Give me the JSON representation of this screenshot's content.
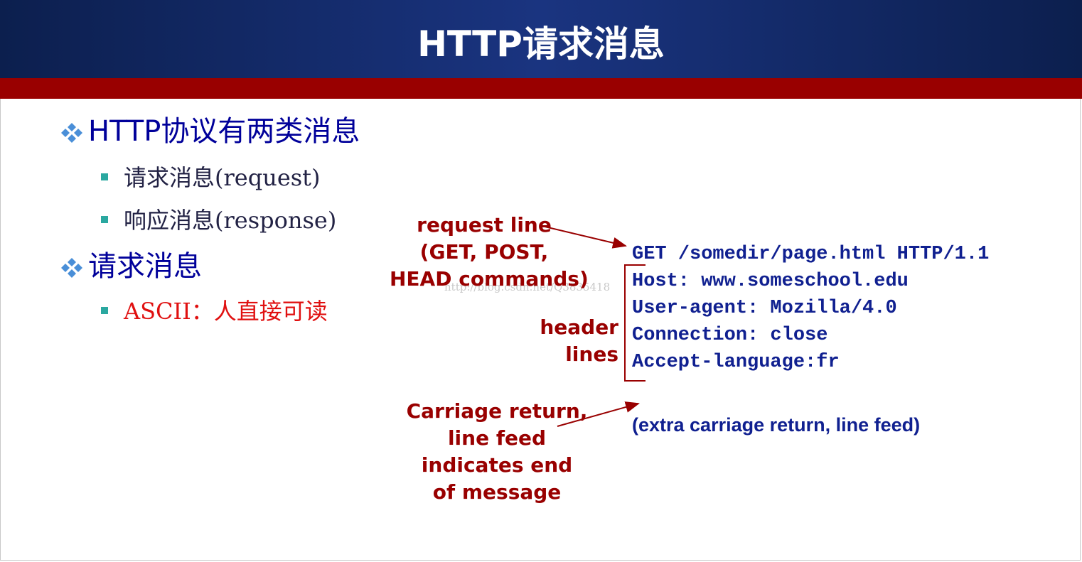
{
  "slide": {
    "title": "HTTP请求消息"
  },
  "bullets": [
    {
      "text": "HTTP协议有两类消息"
    },
    {
      "text": "请求消息"
    }
  ],
  "sub_bullets": [
    {
      "text": "请求消息(request)"
    },
    {
      "text": "响应消息(response)"
    },
    {
      "text": "ASCII：人直接可读"
    }
  ],
  "annotations": {
    "request_line": [
      "request line",
      "(GET, POST,",
      "HEAD commands)"
    ],
    "header_lines": [
      "header",
      "lines"
    ],
    "crlf": [
      "Carriage return,",
      "line feed",
      "indicates end",
      "of message"
    ]
  },
  "message": {
    "lines": [
      "GET /somedir/page.html HTTP/1.1",
      "Host: www.someschool.edu",
      "User-agent: Mozilla/4.0",
      "Connection: close",
      "Accept-language:fr"
    ],
    "extra": "(extra carriage return, line feed)"
  },
  "watermark": "http://blog.csdn.net/Q3835418",
  "colors": {
    "title_bg": "#1a3480",
    "band": "#990000",
    "bullet_text": "#00009a",
    "annotation": "#990000",
    "code": "#102090",
    "highlight": "#e01010"
  }
}
